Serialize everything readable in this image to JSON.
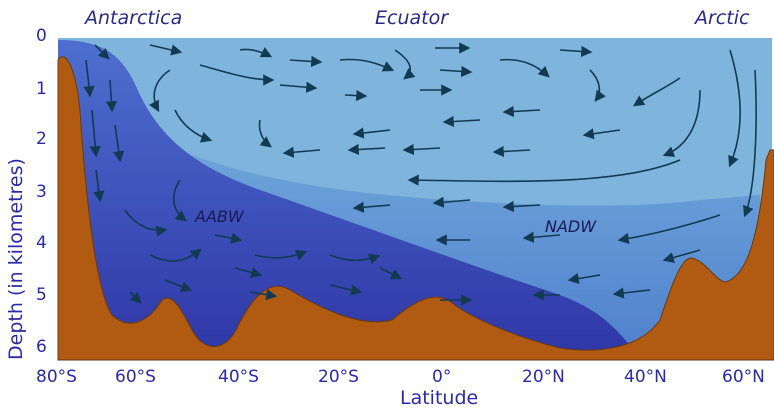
{
  "regions": [
    "Antarctica",
    "Ecuator",
    "Arctic"
  ],
  "water_masses": [
    "AABW",
    "NADW"
  ],
  "y_axis": {
    "title": "Depth (in kilometres)",
    "ticks": [
      "0",
      "1",
      "2",
      "3",
      "4",
      "5",
      "6"
    ]
  },
  "x_axis": {
    "title": "Latitude",
    "ticks": [
      "80°S",
      "60°S",
      "40°S",
      "20°S",
      "0°",
      "20°N",
      "40°N",
      "60°N"
    ]
  },
  "colors": {
    "surface_water": "#7fb4dc",
    "deep_water": "#3a40b0",
    "seafloor": "#b05a12",
    "arrows": "#123a52",
    "text": "#2a2aa8"
  },
  "icons": [
    "flow-arrow"
  ]
}
